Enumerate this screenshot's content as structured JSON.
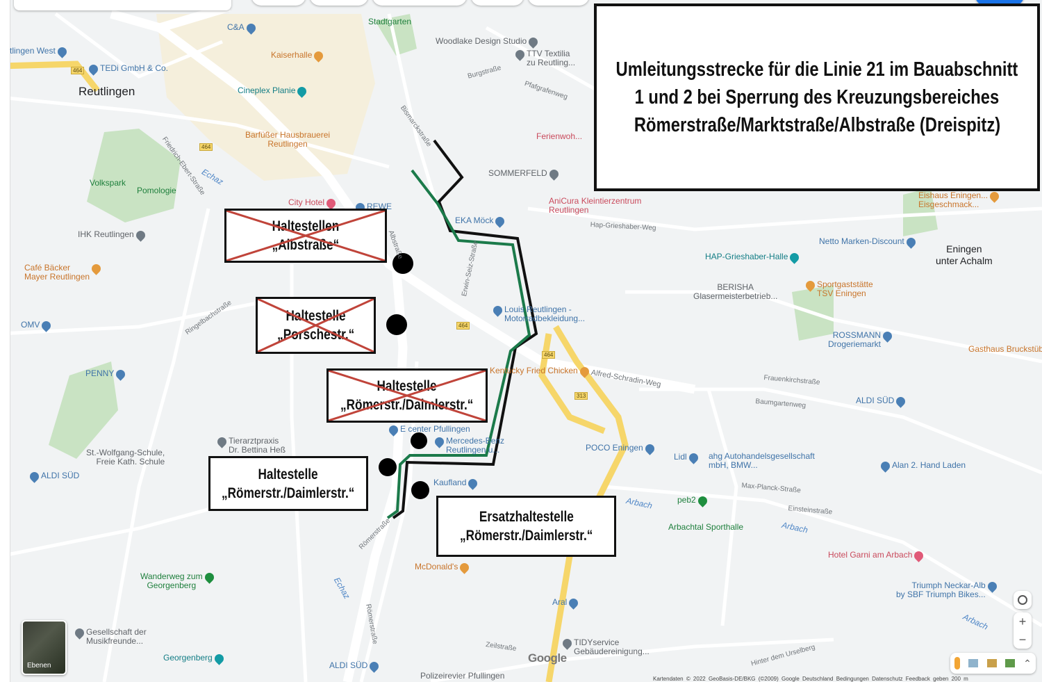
{
  "title": {
    "lines": [
      "Umleitungsstrecke für die Linie 21 im Bauabschnitt",
      "1 und 2 bei Sperrung des Kreuzungsbereiches",
      "Römerstraße/Marktstraße/Albstraße (Dreispitz)"
    ]
  },
  "stops": {
    "albstrasse": {
      "line1": "Haltestellen",
      "line2": "„Albstraße“",
      "cancelled": true
    },
    "porschestr": {
      "line1": "Haltestelle",
      "line2": "„Porschestr.“",
      "cancelled": true
    },
    "roemer_old": {
      "line1": "Haltestelle",
      "line2": "„Römerstr./Daimlerstr.“",
      "cancelled": true
    },
    "roemer_new": {
      "line1": "Haltestelle",
      "line2": "„Römerstr./Daimlerstr.“",
      "cancelled": false
    },
    "ersatz": {
      "line1": "Ersatzhaltestelle",
      "line2": "„Römerstr./Daimlerstr.“",
      "cancelled": false
    }
  },
  "colors": {
    "route_green": "#1b7a4a",
    "route_black": "#111111",
    "cancel_cross": "#c0443a",
    "highway": "#f6d66a"
  },
  "places": {
    "reutlingen": "Reutlingen",
    "eningen": "Eningen\nunter Achalm"
  },
  "pois": [
    {
      "label": "C&A",
      "icon": "shopping-bag-icon"
    },
    {
      "label": "Stadtgarten",
      "icon": "park-icon"
    },
    {
      "label": "Woodlake Design Studio",
      "icon": "pin-icon"
    },
    {
      "label": "TTV Textilia\nzu Reutling...",
      "icon": "pin-icon"
    },
    {
      "label": "tlingen West",
      "icon": "train-icon"
    },
    {
      "label": "Kaiserhalle",
      "icon": "bar-icon"
    },
    {
      "label": "TEDi GmbH & Co.",
      "icon": "shopping-bag-icon"
    },
    {
      "label": "Cineplex Planie",
      "icon": "cinema-icon"
    },
    {
      "label": "Barfüßer Hausbrauerei\nReutlingen",
      "icon": "restaurant-icon"
    },
    {
      "label": "Ferienwoh...",
      "icon": "hotel-icon"
    },
    {
      "label": "SOMMERFELD",
      "icon": "pin-icon"
    },
    {
      "label": "Volkspark",
      "icon": "park-icon"
    },
    {
      "label": "Pomologie",
      "icon": "park-icon"
    },
    {
      "label": "City Hotel",
      "icon": "hotel-icon"
    },
    {
      "label": "REWE",
      "icon": "cart-icon"
    },
    {
      "label": "AniCura Kleintierzentrum\nReutlingen",
      "icon": "pin-icon"
    },
    {
      "label": "EKA Möck",
      "icon": "cart-icon"
    },
    {
      "label": "IHK Reutlingen",
      "icon": "pin-icon"
    },
    {
      "label": "Eishaus Eningen...\nEisgeschmack...",
      "icon": "restaurant-icon"
    },
    {
      "label": "Netto Marken-Discount",
      "icon": "cart-icon"
    },
    {
      "label": "HAP-Grieshaber-Halle",
      "icon": "venue-icon"
    },
    {
      "label": "Café Bäcker\nMayer Reutlingen",
      "icon": "cafe-icon"
    },
    {
      "label": "BERISHA\nGlasermeisterbetrieb...",
      "icon": "pin-icon"
    },
    {
      "label": "Sportgaststätte\nTSV Eningen",
      "icon": "restaurant-icon"
    },
    {
      "label": "Louis Reutlingen -\nMotorradbekleidung...",
      "icon": "shopping-bag-icon"
    },
    {
      "label": "OMV",
      "icon": "fuel-icon"
    },
    {
      "label": "ROSSMANN\nDrogeriemarkt",
      "icon": "shopping-bag-icon"
    },
    {
      "label": "Gasthaus Bruckstüble",
      "icon": "restaurant-icon"
    },
    {
      "label": "Kentucky Fried Chicken",
      "icon": "restaurant-icon"
    },
    {
      "label": "PENNY",
      "icon": "cart-icon"
    },
    {
      "label": "ALDI SÜD",
      "icon": "cart-icon"
    },
    {
      "label": "E center Pfullingen",
      "icon": "cart-icon"
    },
    {
      "label": "Tierarztpraxis\nDr. Bettina Heß",
      "icon": "pin-icon"
    },
    {
      "label": "Mercedes-Benz\nReutlingen u...",
      "icon": "car-dealer-icon"
    },
    {
      "label": "POCO Eningen",
      "icon": "shopping-bag-icon"
    },
    {
      "label": "Lidl",
      "icon": "cart-icon"
    },
    {
      "label": "ahg Autohandelsgesellschaft\nmbH, BMW...",
      "icon": "car-dealer-icon"
    },
    {
      "label": "St.-Wolfgang-Schule,\nFreie Kath. Schule",
      "icon": "school-icon"
    },
    {
      "label": "Alan 2. Hand Laden",
      "icon": "shopping-bag-icon"
    },
    {
      "label": "ALDI SÜD",
      "icon": "cart-icon"
    },
    {
      "label": "Kaufland",
      "icon": "cart-icon"
    },
    {
      "label": "peb2",
      "icon": "pin-icon"
    },
    {
      "label": "Arbachtal Sporthalle",
      "icon": "pin-icon"
    },
    {
      "label": "Hotel Garni am Arbach",
      "icon": "hotel-icon"
    },
    {
      "label": "McDonald's",
      "icon": "restaurant-icon"
    },
    {
      "label": "Wanderweg zum\nGeorgenberg",
      "icon": "hiking-icon"
    },
    {
      "label": "Triumph Neckar-Alb\nby SBF Triumph Bikes...",
      "icon": "shopping-bag-icon"
    },
    {
      "label": "Aral",
      "icon": "fuel-icon"
    },
    {
      "label": "Gesellschaft der\nMusikfreunde...",
      "icon": "school-icon"
    },
    {
      "label": "TIDYservice\nGebäudereinigung...",
      "icon": "pin-icon"
    },
    {
      "label": "Georgenberg",
      "icon": "camera-icon"
    },
    {
      "label": "ALDI SÜD",
      "icon": "cart-icon"
    },
    {
      "label": "Polizeirevier Pfullingen",
      "icon": "police-icon"
    }
  ],
  "streets": [
    "Alfred-Schradin-Weg",
    "Römerstraße",
    "Ringelbachstraße",
    "Zeilstraße",
    "Erwin-Seiz-Straße",
    "Hap-Grieshaber-Weg",
    "Bismarckstraße",
    "Burgstraße",
    "Pfafgrafenweg",
    "Frauenkirchstraße",
    "Baumgartenweg",
    "Max-Planck-Straße",
    "Einsteinstraße",
    "Hinter dem Urselberg",
    "Römerstraße",
    "Albstraße",
    "Friedrich-Ebert-Straße"
  ],
  "water": [
    "Echaz",
    "Arbach",
    "Arbach",
    "Arbach",
    "Echaz"
  ],
  "road_badges": [
    "464",
    "464",
    "464",
    "464",
    "313"
  ],
  "controls": {
    "layers_label": "Ebenen",
    "zoom_in": "+",
    "zoom_out": "−",
    "expand": "⌃"
  },
  "google_logo": "Google",
  "attribution": "Kartendaten © 2022 GeoBasis-DE/BKG (©2009) Google   Deutschland   Bedingungen   Datenschutz   Feedback geben   200 m"
}
